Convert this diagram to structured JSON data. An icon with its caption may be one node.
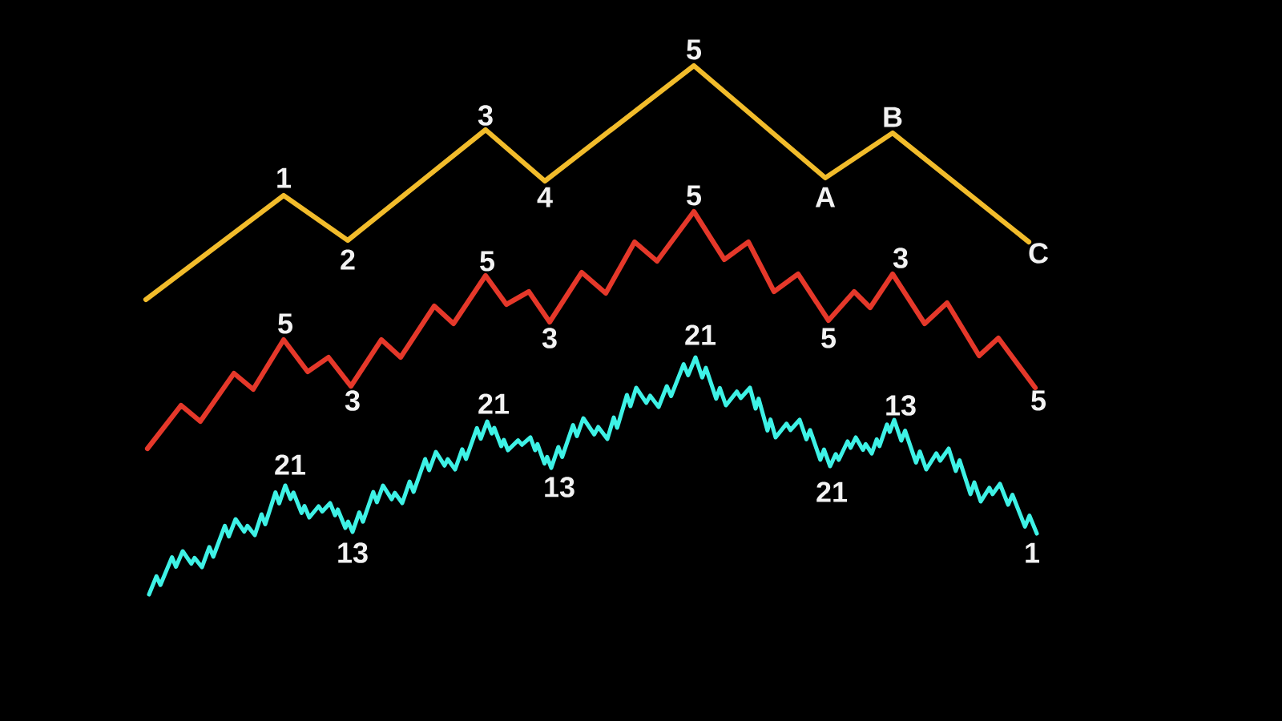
{
  "diagram": {
    "labels": [
      "1",
      "2",
      "3",
      "4",
      "5",
      "A",
      "B",
      "C",
      "5",
      "3",
      "5",
      "3",
      "5",
      "5",
      "3",
      "5",
      "21",
      "13",
      "21",
      "13",
      "21",
      "21",
      "13",
      "1"
    ]
  }
}
